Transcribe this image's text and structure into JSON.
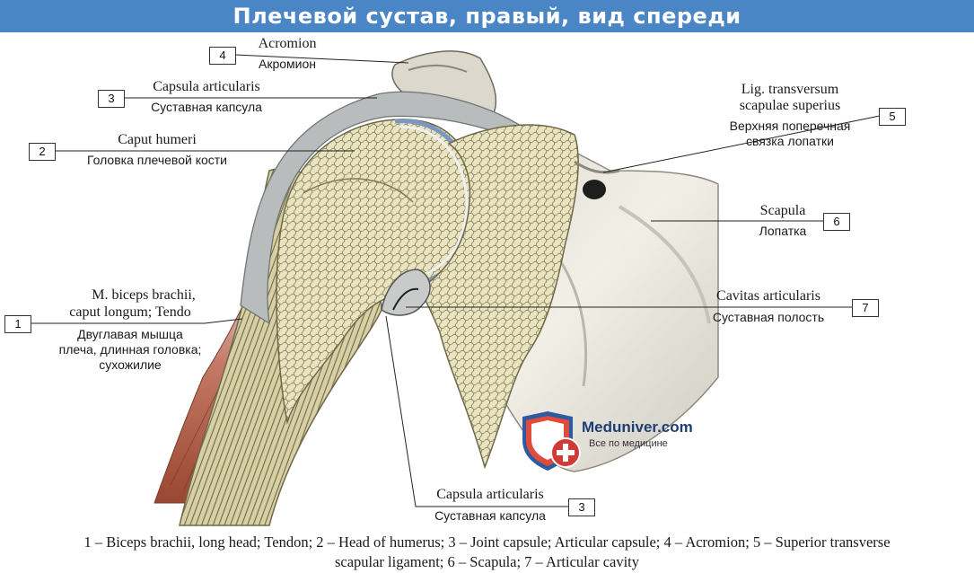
{
  "title": "Плечевой сустав, правый, вид спереди",
  "colors": {
    "header": "#4a86c5",
    "bone": "#e9e3bf",
    "capsule": "#b9bcbc",
    "muscle": "#b8644e",
    "accent": "#d23a36",
    "brand": "#1d3e73"
  },
  "labels": {
    "l1": {
      "num": "1",
      "latin": [
        "M. biceps brachii,",
        "caput longum; Tendo"
      ],
      "ru": [
        "Двуглавая мышца",
        "плеча, длинная головка;",
        "сухожилие"
      ]
    },
    "l2": {
      "num": "2",
      "latin": "Caput humeri",
      "ru": "Головка плечевой кости"
    },
    "l3a": {
      "num": "3",
      "latin": "Capsula articularis",
      "ru": "Суставная капсула"
    },
    "l3b": {
      "num": "3",
      "latin": "Capsula articularis",
      "ru": "Суставная капсула"
    },
    "l4": {
      "num": "4",
      "latin": "Acromion",
      "ru": "Акромион"
    },
    "l5": {
      "num": "5",
      "latin": [
        "Lig. transversum",
        "scapulae superius"
      ],
      "ru": [
        "Верхняя поперечная",
        "связка лопатки"
      ]
    },
    "l6": {
      "num": "6",
      "latin": "Scapula",
      "ru": "Лопатка"
    },
    "l7": {
      "num": "7",
      "latin": "Cavitas articularis",
      "ru": "Суставная полость"
    }
  },
  "watermark": {
    "name": "Meduniver.com",
    "tagline": "Все по медицине",
    "icon": "shield-cross-icon"
  },
  "caption": {
    "line1": "1 – Biceps brachii, long head; Tendon; 2 – Head of humerus; 3 – Joint capsule; Articular capsule; 4 – Acromion; 5 – Superior transverse",
    "line2": "scapular ligament; 6 – Scapula; 7 – Articular cavity"
  }
}
